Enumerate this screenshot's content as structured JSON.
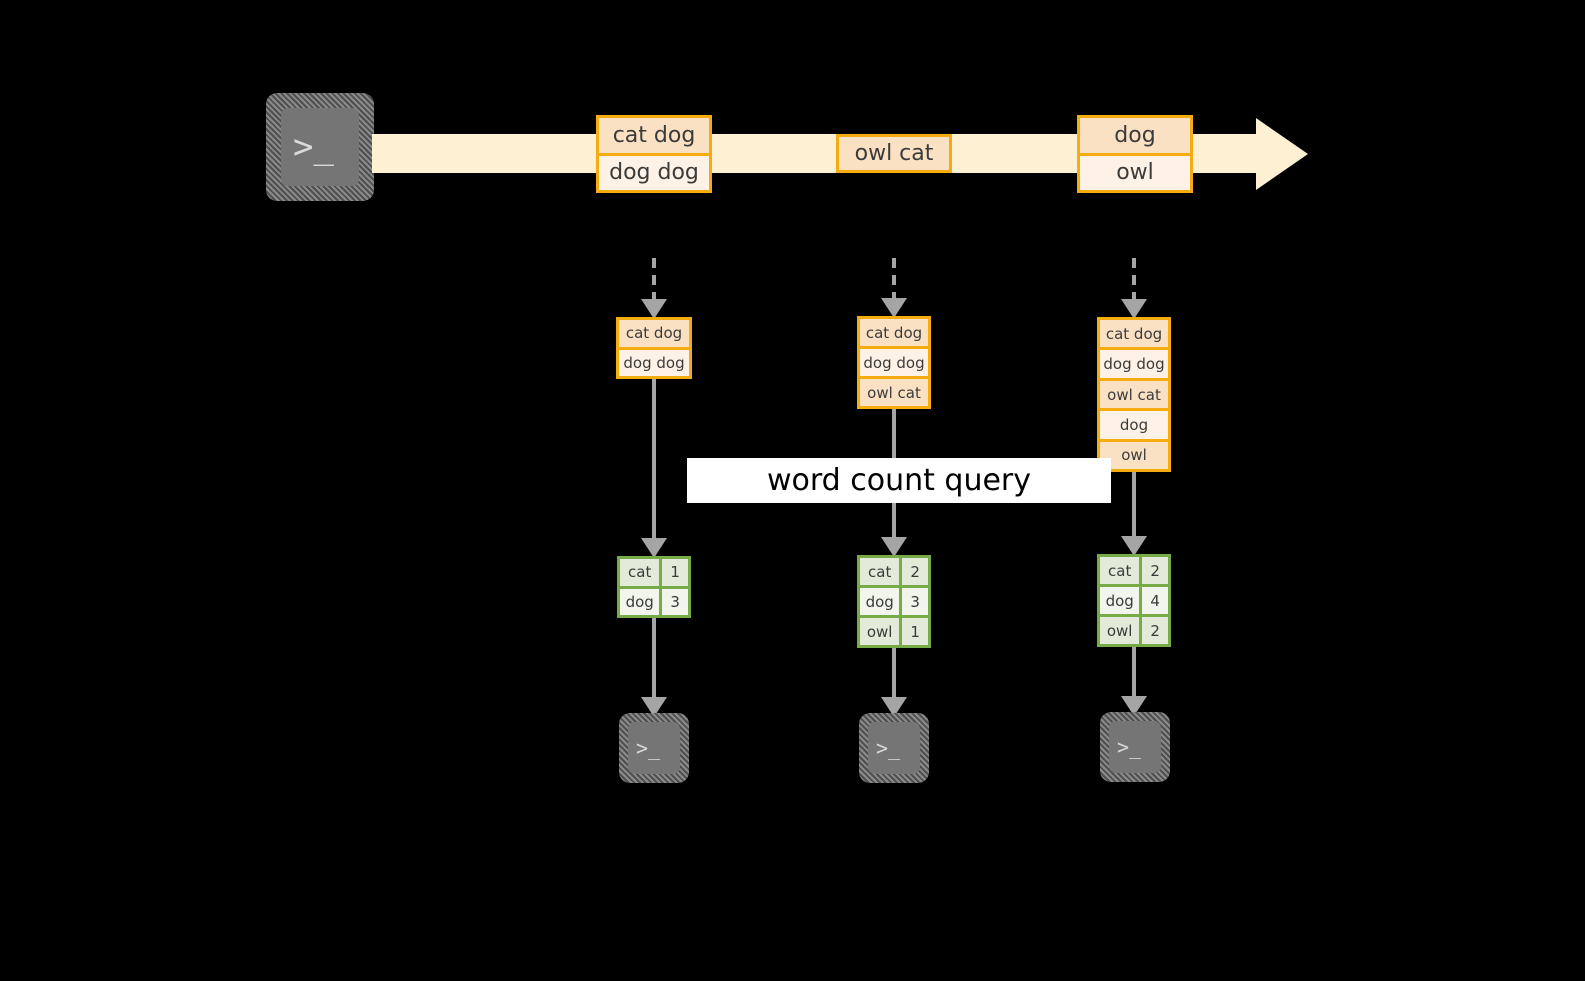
{
  "colors": {
    "background": "#000000",
    "stream_fill": "#fdf0d3",
    "record_border": "#f5ac10",
    "record_fill_dark": "#fbe1c3",
    "record_fill_light": "#fdf2e5",
    "table_border": "#76ab48",
    "table_fill_dark": "#e3eada",
    "table_fill_light": "#f1f5ec",
    "connector": "#a5a5a5",
    "terminal_body": "#757575",
    "label_band": "#ffffff",
    "text": "#3b3b3b"
  },
  "source": {
    "icon": "terminal-icon",
    "glyph": ">_"
  },
  "stream": {
    "name": "append-only-record-stream",
    "records": [
      {
        "name": "stream-record-group-1",
        "lines": [
          {
            "text": "cat dog",
            "shade": "dark"
          },
          {
            "text": "dog dog",
            "shade": "light"
          }
        ]
      },
      {
        "name": "stream-record-group-2",
        "lines": [
          {
            "text": "owl cat",
            "shade": "dark"
          }
        ]
      },
      {
        "name": "stream-record-group-3",
        "lines": [
          {
            "text": "dog",
            "shade": "dark"
          },
          {
            "text": "owl",
            "shade": "light"
          }
        ]
      }
    ]
  },
  "query": {
    "label": "word count query"
  },
  "snapshots": [
    {
      "name": "snapshot-t1",
      "input_rows": [
        {
          "text": "cat dog",
          "shade": "dark"
        },
        {
          "text": "dog dog",
          "shade": "light"
        }
      ],
      "counts": [
        {
          "word": "cat",
          "count": "1",
          "shade": "a"
        },
        {
          "word": "dog",
          "count": "3",
          "shade": "b"
        }
      ],
      "sink": {
        "icon": "terminal-icon",
        "glyph": ">_"
      }
    },
    {
      "name": "snapshot-t2",
      "input_rows": [
        {
          "text": "cat dog",
          "shade": "dark"
        },
        {
          "text": "dog dog",
          "shade": "light"
        },
        {
          "text": "owl cat",
          "shade": "dark"
        }
      ],
      "counts": [
        {
          "word": "cat",
          "count": "2",
          "shade": "a"
        },
        {
          "word": "dog",
          "count": "3",
          "shade": "b"
        },
        {
          "word": "owl",
          "count": "1",
          "shade": "a"
        }
      ],
      "sink": {
        "icon": "terminal-icon",
        "glyph": ">_"
      }
    },
    {
      "name": "snapshot-t3",
      "input_rows": [
        {
          "text": "cat dog",
          "shade": "dark"
        },
        {
          "text": "dog dog",
          "shade": "light"
        },
        {
          "text": "owl cat",
          "shade": "dark"
        },
        {
          "text": "dog",
          "shade": "light"
        },
        {
          "text": "owl",
          "shade": "dark"
        }
      ],
      "counts": [
        {
          "word": "cat",
          "count": "2",
          "shade": "a"
        },
        {
          "word": "dog",
          "count": "4",
          "shade": "b"
        },
        {
          "word": "owl",
          "count": "2",
          "shade": "a"
        }
      ],
      "sink": {
        "icon": "terminal-icon",
        "glyph": ">_"
      }
    }
  ]
}
